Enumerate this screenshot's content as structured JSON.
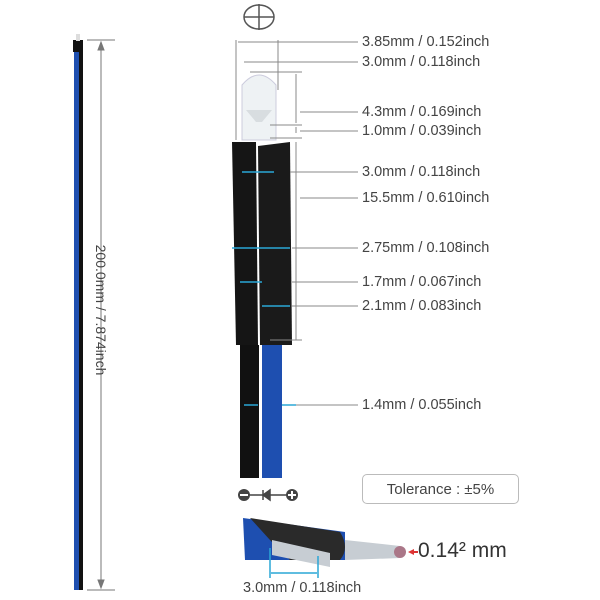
{
  "dimensions": {
    "total_length": "200.0mm / 7.874inch",
    "items": [
      "3.85mm / 0.152inch",
      "3.0mm / 0.118inch",
      "4.3mm / 0.169inch",
      "1.0mm / 0.039inch",
      "3.0mm / 0.118inch",
      "15.5mm / 0.610inch",
      "2.75mm / 0.108inch",
      "1.7mm / 0.067inch",
      "2.1mm / 0.083inch",
      "1.4mm / 0.055inch"
    ],
    "strip_length": "3.0mm / 0.118inch",
    "wire_gauge": "0.14² mm"
  },
  "tolerance": "Tolerance : ±5%",
  "polarity_icons": [
    "minus-icon",
    "diode-icon",
    "plus-icon"
  ],
  "colors": {
    "accent": "#2aa7d6",
    "wire_blue": "#1e4fb0",
    "wire_black": "#111111",
    "marker_red": "#d33"
  }
}
